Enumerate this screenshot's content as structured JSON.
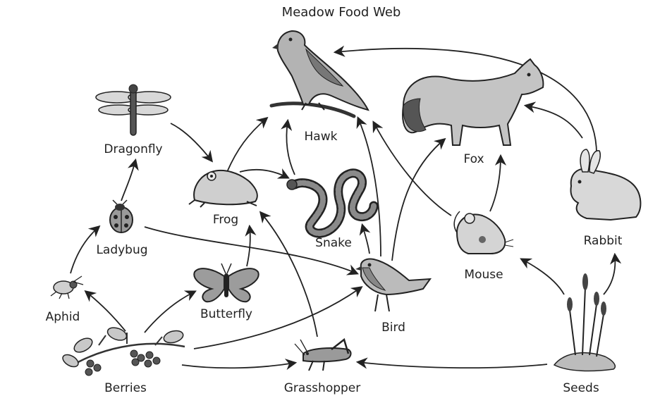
{
  "title": "Meadow Food Web",
  "organisms": {
    "hawk": "Hawk",
    "fox": "Fox",
    "dragonfly": "Dragonfly",
    "frog": "Frog",
    "snake": "Snake",
    "ladybug": "Ladybug",
    "rabbit": "Rabbit",
    "mouse": "Mouse",
    "aphid": "Aphid",
    "butterfly": "Butterfly",
    "bird": "Bird",
    "berries": "Berries",
    "grasshopper": "Grasshopper",
    "seeds": "Seeds"
  },
  "icons": {
    "hawk": "hawk-icon",
    "fox": "fox-icon",
    "dragonfly": "dragonfly-icon",
    "frog": "frog-icon",
    "snake": "snake-icon",
    "ladybug": "ladybug-icon",
    "rabbit": "rabbit-icon",
    "mouse": "mouse-icon",
    "aphid": "aphid-icon",
    "butterfly": "butterfly-icon",
    "bird": "bird-icon",
    "berries": "berries-icon",
    "grasshopper": "grasshopper-icon",
    "seeds": "seeds-icon"
  },
  "edges": [
    [
      "dragonfly",
      "frog"
    ],
    [
      "ladybug",
      "dragonfly"
    ],
    [
      "aphid",
      "ladybug"
    ],
    [
      "berries",
      "aphid"
    ],
    [
      "berries",
      "butterfly"
    ],
    [
      "berries",
      "bird"
    ],
    [
      "berries",
      "grasshopper"
    ],
    [
      "butterfly",
      "frog"
    ],
    [
      "grasshopper",
      "frog"
    ],
    [
      "ladybug",
      "bird"
    ],
    [
      "frog",
      "hawk"
    ],
    [
      "frog",
      "snake"
    ],
    [
      "snake",
      "hawk"
    ],
    [
      "bird",
      "snake"
    ],
    [
      "bird",
      "hawk"
    ],
    [
      "bird",
      "fox"
    ],
    [
      "mouse",
      "hawk"
    ],
    [
      "mouse",
      "fox"
    ],
    [
      "rabbit",
      "fox"
    ],
    [
      "rabbit",
      "hawk"
    ],
    [
      "seeds",
      "mouse"
    ],
    [
      "seeds",
      "rabbit"
    ],
    [
      "seeds",
      "grasshopper"
    ]
  ]
}
